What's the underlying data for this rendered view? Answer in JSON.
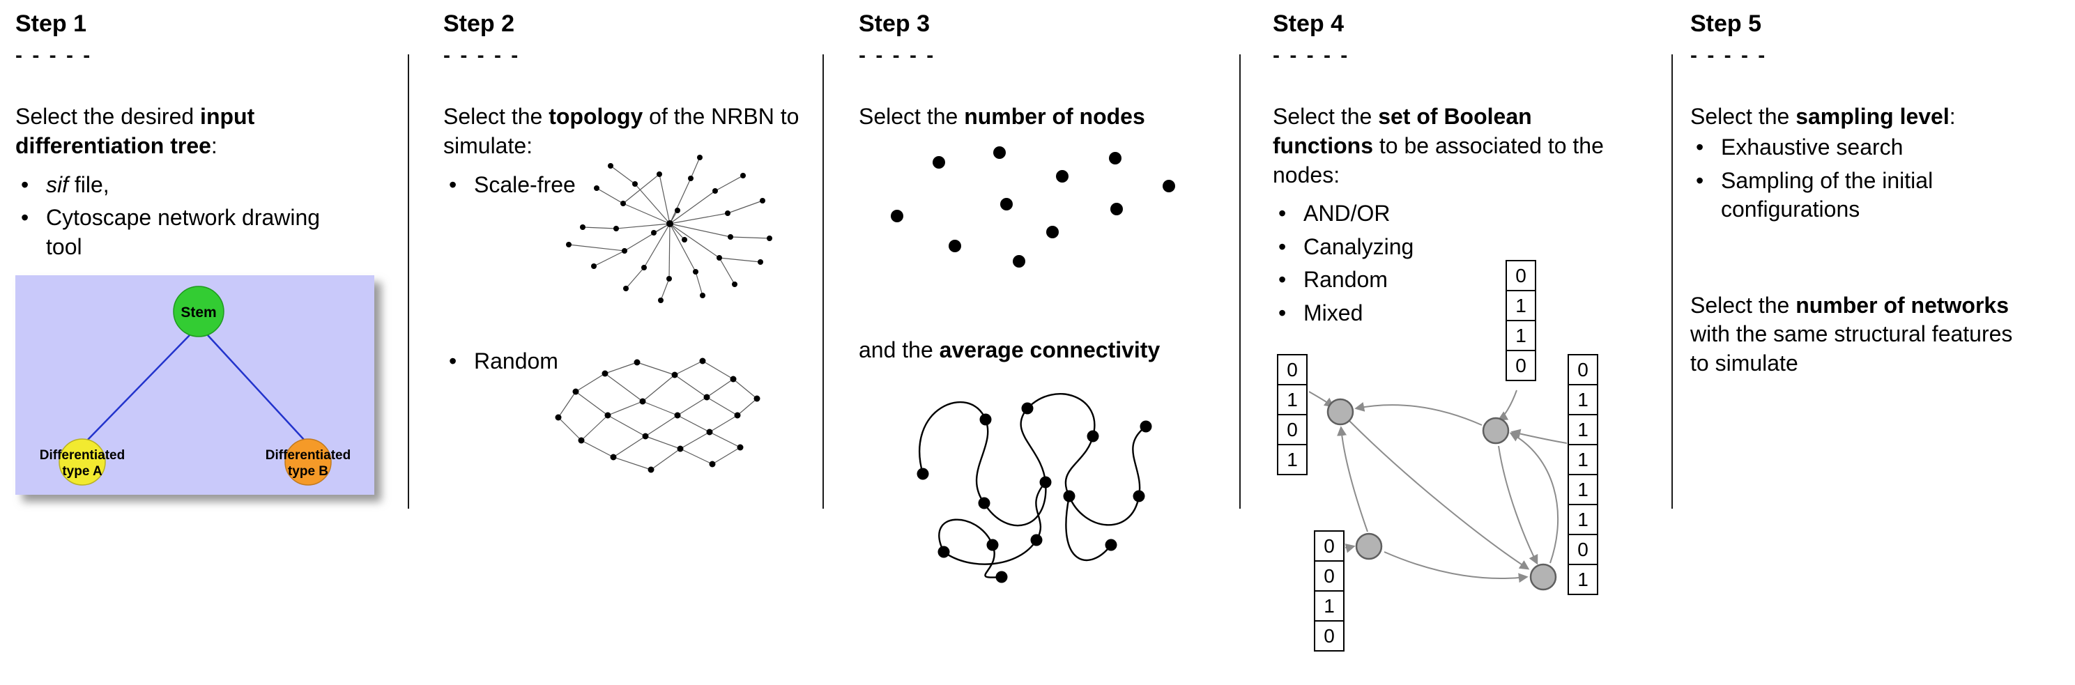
{
  "ui": {
    "bullet": "•",
    "dashes": "- - - - -"
  },
  "steps": [
    {
      "title": "Step 1",
      "intro": {
        "pre": "Select the desired ",
        "bold": "input differentiation tree",
        "post": ":"
      },
      "bullets": [
        {
          "italic": "sif",
          "rest": " file,"
        },
        {
          "rest": "Cytoscape network drawing tool"
        }
      ],
      "tree": {
        "stem_label": "Stem",
        "left_label_line1": "Differentiated",
        "left_label_line2": "type A",
        "right_label_line1": "Differentiated",
        "right_label_line2": "type B",
        "colors": {
          "background": "#c9c9fa",
          "stem": "#33cc33",
          "type_a": "#f2ea30",
          "type_b": "#f59a28",
          "edge": "#2233cc"
        }
      }
    },
    {
      "title": "Step 2",
      "intro": {
        "pre": "Select the ",
        "bold": "topology",
        "post": " of the NRBN to simulate:"
      },
      "bullets": [
        {
          "rest": "Scale-free"
        },
        {
          "rest": "Random"
        }
      ]
    },
    {
      "title": "Step 3",
      "intro": {
        "pre": "Select the ",
        "bold": "number of nodes",
        "post": ""
      },
      "second": {
        "pre": "and the ",
        "bold": "average connectivity",
        "post": ""
      }
    },
    {
      "title": "Step 4",
      "intro": {
        "pre": "Select the ",
        "bold": "set of Boolean functions",
        "post": " to be associated to the nodes:"
      },
      "bullets": [
        {
          "rest": "AND/OR"
        },
        {
          "rest": "Canalyzing"
        },
        {
          "rest": "Random"
        },
        {
          "rest": "Mixed"
        }
      ],
      "truth_tables": {
        "left": [
          "0",
          "1",
          "0",
          "1"
        ],
        "top": [
          "0",
          "1",
          "1",
          "0"
        ],
        "right": [
          "0",
          "1",
          "1",
          "1",
          "1",
          "1",
          "0",
          "1"
        ],
        "bottom": [
          "0",
          "0",
          "1",
          "0"
        ]
      },
      "colors": {
        "node": "#b3b3b3",
        "arrow": "#8c8c8c"
      }
    },
    {
      "title": "Step 5",
      "intro": {
        "pre": "Select the ",
        "bold": "sampling level",
        "post": ":"
      },
      "bullets": [
        {
          "rest": "Exhaustive search"
        },
        {
          "rest": "Sampling of the initial configurations"
        }
      ],
      "second": {
        "pre": "Select the ",
        "bold": "number of networks",
        "post": " with the same structural features to simulate"
      }
    }
  ]
}
